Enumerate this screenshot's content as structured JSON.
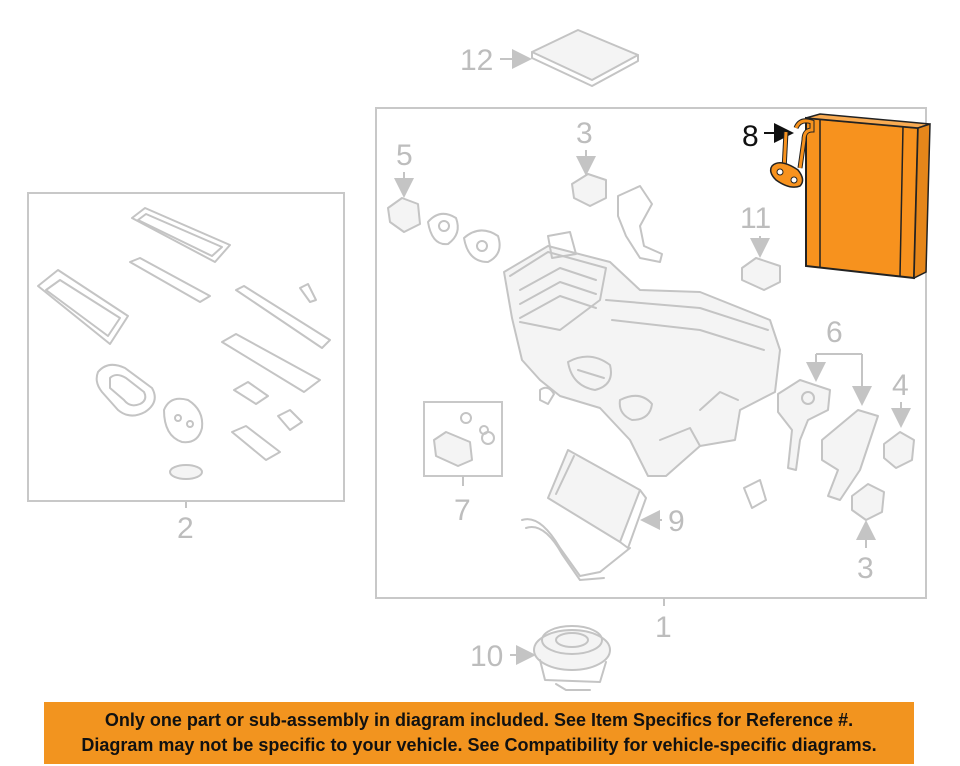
{
  "callouts": {
    "c12": "12",
    "c3a": "3",
    "c5": "5",
    "c8": "8",
    "c11": "11",
    "c6": "6",
    "c4": "4",
    "c7": "7",
    "c9": "9",
    "c3b": "3",
    "c2": "2",
    "c1": "1",
    "c10": "10"
  },
  "highlight_color": "#f7921e",
  "banner": {
    "line1": "Only one part or sub-assembly in diagram included. See Item Specifics for Reference #.",
    "line2": "Diagram may not be specific to your vehicle. See Compatibility for vehicle-specific diagrams.",
    "color": "#f2941f"
  }
}
